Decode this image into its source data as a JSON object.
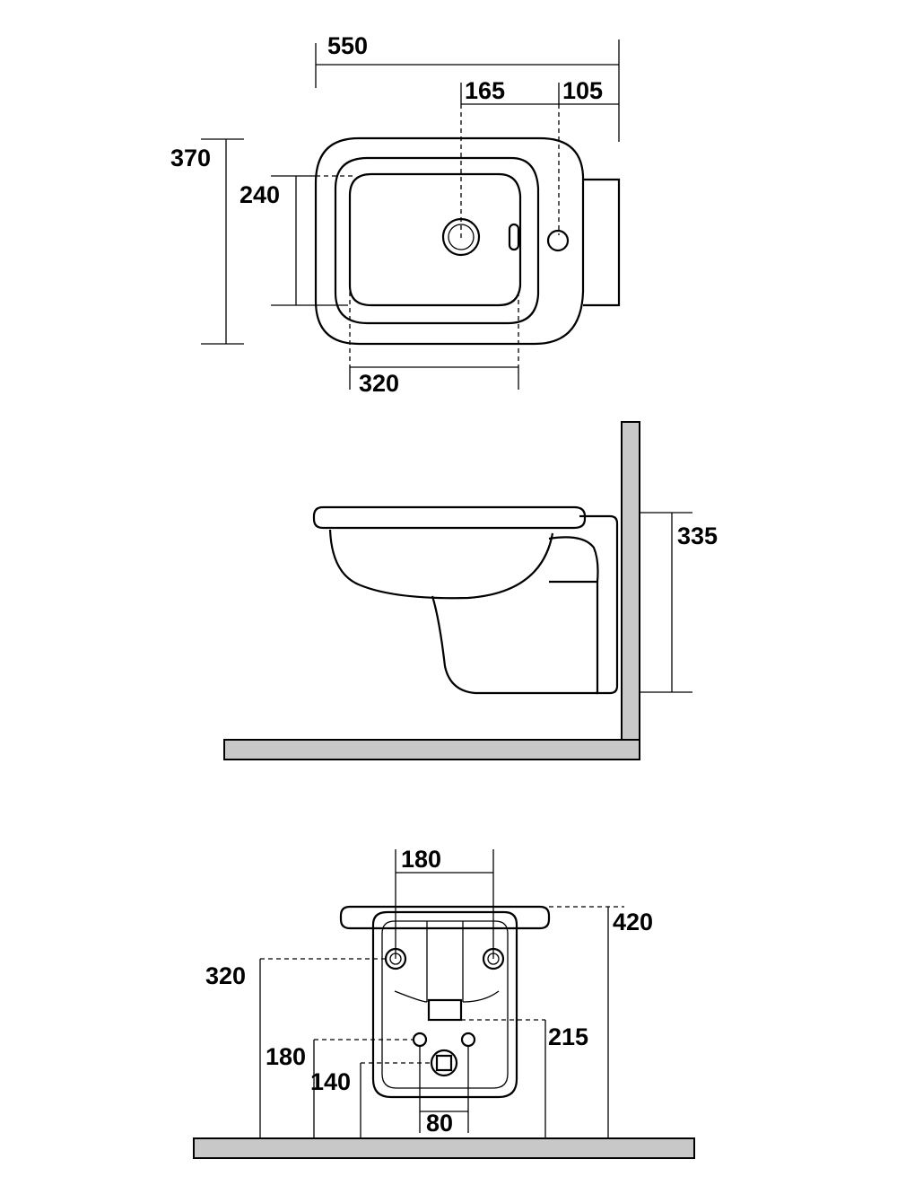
{
  "top_view": {
    "dim_overall_length": "550",
    "dim_tap_hole": "165",
    "dim_rear_offset": "105",
    "dim_overall_width": "370",
    "dim_bowl_width": "240",
    "dim_bowl_length": "320"
  },
  "side_view": {
    "dim_rim_height": "335"
  },
  "rear_view": {
    "dim_bolt_spacing": "180",
    "dim_total_height": "420",
    "dim_bolt_height": "320",
    "dim_waste_top": "215",
    "dim_supply_height": "180",
    "dim_waste_height": "140",
    "dim_supply_spacing": "80"
  },
  "colors": {
    "line": "#000000",
    "wall_fill": "#c8c8c8",
    "background": "#ffffff"
  }
}
